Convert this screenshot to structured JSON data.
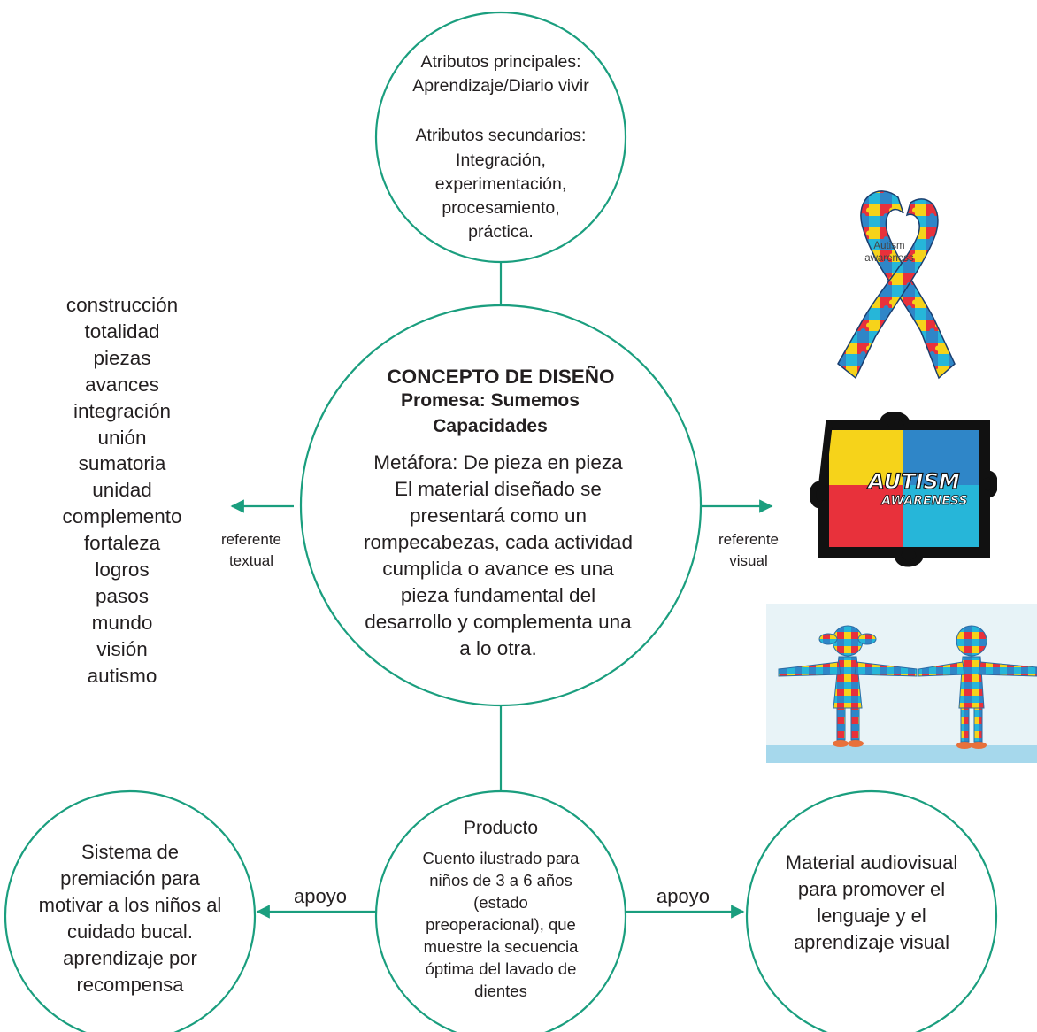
{
  "top_circle": {
    "primary_label": "Atributos principales:",
    "primary_value": "Aprendizaje/Diario vivir",
    "secondary_label": "Atributos secundarios:",
    "secondary_lines": [
      "Integración,",
      "experimentación,",
      "procesamiento,",
      "práctica."
    ]
  },
  "center_circle": {
    "title": "CONCEPTO DE DISEÑO",
    "promise_line1": "Promesa: Sumemos",
    "promise_line2": "Capacidades",
    "metaphor_lines": [
      "Metáfora: De pieza en pieza",
      "El material diseñado se",
      "presentará como un",
      "rompecabezas, cada actividad",
      "cumplida o avance es una",
      "pieza fundamental del",
      "desarrollo y complementa una",
      "a lo otra."
    ]
  },
  "word_list": [
    "construcción",
    "totalidad",
    "piezas",
    "avances",
    "integración",
    "unión",
    "sumatoria",
    "unidad",
    "complemento",
    "fortaleza",
    "logros",
    "pasos",
    "mundo",
    "visión",
    "autismo"
  ],
  "left_arrow_label": [
    "referente",
    "textual"
  ],
  "right_arrow_label": [
    "referente",
    "visual"
  ],
  "product_circle": {
    "title": "Producto",
    "lines": [
      "Cuento ilustrado para",
      "niños de 3 a 6 años",
      "(estado",
      "preoperacional), que",
      "muestre la secuencia",
      "óptima del lavado de",
      "dientes"
    ]
  },
  "left_circle_lines": [
    "Sistema de",
    "premiación para",
    "motivar a los niños al",
    "cuidado bucal.",
    "aprendizaje por",
    "recompensa"
  ],
  "right_circle_lines": [
    "Material audiovisual",
    "para promover el",
    "lenguaje y el",
    "aprendizaje visual"
  ],
  "support_left": "apoyo",
  "support_right": "apoyo",
  "ribbon_text": [
    "Autism",
    "awareness"
  ],
  "puzzle_text": [
    "AUTISM",
    "AWARENESS"
  ],
  "colors": {
    "accent": "#1a9e7e",
    "text": "#231f20",
    "puzzle_red": "#e8313b",
    "puzzle_yellow": "#f6d31a",
    "puzzle_blue": "#2f86c8",
    "puzzle_teal": "#26b6d9"
  }
}
